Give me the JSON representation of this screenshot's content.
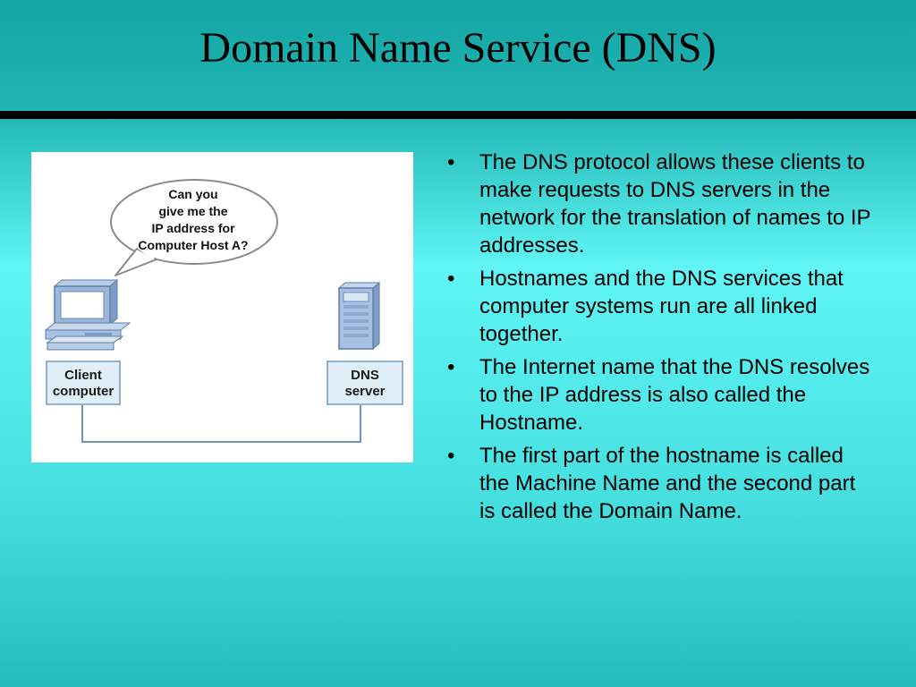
{
  "slide": {
    "title": "Domain Name Service (DNS)",
    "background_colors": [
      "#14a5a5",
      "#5ff6f5",
      "#27bcbc"
    ]
  },
  "diagram": {
    "bubble_lines": [
      "Can you",
      "give me the",
      "IP address for",
      "Computer Host A?"
    ],
    "client_label": [
      "Client",
      "computer"
    ],
    "server_label": [
      "DNS",
      "server"
    ],
    "icons": [
      "client-computer-icon",
      "dns-server-icon",
      "speech-bubble"
    ]
  },
  "bullets": [
    {
      "marker": "•",
      "text": "The DNS protocol allows these clients to make requests to DNS servers in the network for the translation of names to IP addresses."
    },
    {
      "marker": "•",
      "text": "Hostnames and the DNS services that computer systems run are all linked together."
    },
    {
      "marker": "•",
      "text": "The Internet name that the DNS resolves to the IP address is also called the Hostname."
    },
    {
      "marker": "•",
      "text": "The first part of the hostname is called the Machine Name and the second part is called the Domain Name."
    }
  ]
}
